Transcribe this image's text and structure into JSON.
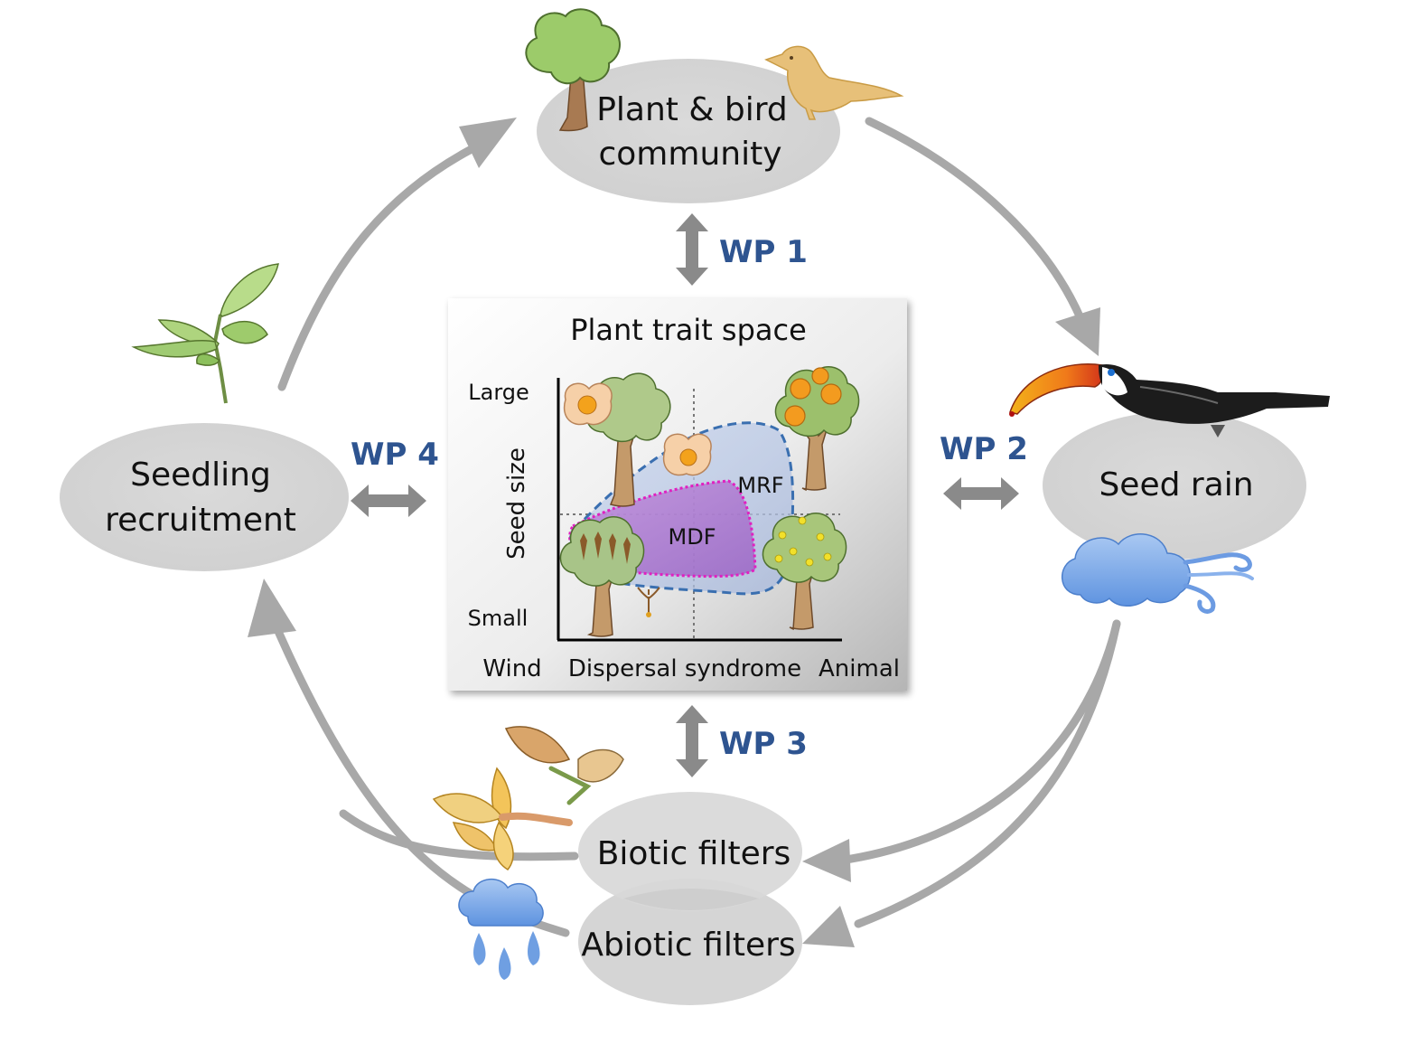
{
  "nodes": {
    "community_line1": "Plant & bird",
    "community_line2": "community",
    "seed_rain": "Seed rain",
    "seedling_line1": "Seedling",
    "seedling_line2": "recruitment",
    "biotic": "Biotic filters",
    "abiotic": "Abiotic filters"
  },
  "work_packages": {
    "wp1": "WP 1",
    "wp2": "WP 2",
    "wp3": "WP 3",
    "wp4": "WP 4"
  },
  "trait_space": {
    "title": "Plant trait space",
    "y_label": "Seed size",
    "y_top": "Large",
    "y_bottom": "Small",
    "x_left": "Wind",
    "x_mid": "Dispersal syndrome",
    "x_right": "Animal",
    "region_mrf": "MRF",
    "region_mdf": "MDF"
  },
  "colors": {
    "wp_blue": "#2E5490",
    "node_fill": "#D7D7D7",
    "arrow_gray": "#A8A8A8",
    "mrf_fill": "#B7C6E3",
    "mrf_stroke": "#3A6FB0",
    "mdf_fill": "#A46BC9",
    "mdf_stroke": "#E020C0"
  }
}
